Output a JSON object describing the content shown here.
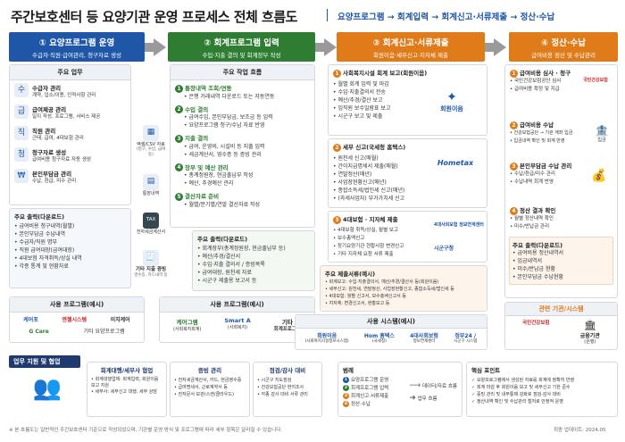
{
  "title": "주간보호센터 등 요양기관 운영 프로세스 전체 흐름도",
  "subtitle": "요양프로그램 → 회계입력 → 회계신고·서류제출 → 정산·수납",
  "columns": [
    {
      "num": "①",
      "title": "요양프로그램 운영",
      "desc": "수급자·직원·급여관리, 청구자료 생성",
      "color": "#1f56a8"
    },
    {
      "num": "②",
      "title": "회계프로그램 입력",
      "desc": "수입·지출 결의 및 회계장부 작성",
      "color": "#2e7d32"
    },
    {
      "num": "③",
      "title": "회계신고·서류제출",
      "desc": "회원이음·세무신고·지자체 제출",
      "color": "#e07b1a"
    },
    {
      "num": "④",
      "title": "정산·수납",
      "desc": "급여비용 정산 및 수납관리",
      "color": "#e07b1a"
    }
  ],
  "col1": {
    "main_title": "주요 업무",
    "items": [
      {
        "icon": "수",
        "title": "수급자 관리",
        "desc": "계약, 입소/이용, 인적사항 관리"
      },
      {
        "icon": "급",
        "title": "급여제공 관리",
        "desc": "일지 작성, 프로그램, 서비스 제공"
      },
      {
        "icon": "직",
        "title": "직원 관리",
        "desc": "근태, 급여, 4대보험 관리"
      },
      {
        "icon": "청",
        "title": "청구자료 생성",
        "desc": "급여비용 청구자료 자동 생성"
      },
      {
        "icon": "₩",
        "title": "본인부담금 관리",
        "desc": "수납, 환급, 미수 관리"
      }
    ],
    "output_title": "주요 출력(다운로드)",
    "outputs": [
      "급여비용 청구내역(월별)",
      "본인부담금 수납내역",
      "수급자/직원 명부",
      "직원 급여대장(급여대장)",
      "4대보험 자격취득/상실 내역",
      "각종 통계 및 현황자료"
    ],
    "tools_title": "사용 프로그램(예시)",
    "tools": [
      "케어포",
      "엔젤시스템",
      "이지케어",
      "G Care",
      "기타 요양프로그램"
    ]
  },
  "mid": {
    "label1": "엑셀/CSV 자료",
    "label1b": "(청구, 수납, 급여 등)",
    "label2": "통장내역",
    "label3": "전자세금계산서",
    "label4": "기타 지출 증빙",
    "label4b": "영수증, 카드내역 등"
  },
  "col2": {
    "main_title": "주요 작업 흐름",
    "steps": [
      {
        "n": "1",
        "title": "통장내역 조회/연동",
        "items": [
          "은행 거래내역 다운로드 또는 자동연동"
        ]
      },
      {
        "n": "2",
        "title": "수입 결의",
        "items": [
          "급여수입, 본인부담금, 보조금 등 입력",
          "요양프로그램 청구/수납 자료 반영"
        ]
      },
      {
        "n": "3",
        "title": "지출 결의",
        "items": [
          "급여, 운영비, 시설비 등 지출 입력",
          "세금계산서, 영수증 등 증빙 관리"
        ]
      },
      {
        "n": "4",
        "title": "장부 및 예산 관리",
        "items": [
          "총계정원장, 현금출납부 작성",
          "예산, 추경예산 관리"
        ]
      },
      {
        "n": "5",
        "title": "결산자료 준비",
        "items": [
          "월별/분기별/연말 결산자료 작성"
        ]
      }
    ],
    "output_title": "주요 출력(다운로드)",
    "outputs": [
      "회계장부(총계정원장, 현금출납부 등)",
      "예산/추경/결산서",
      "수입·지출 결의서 / 증빙목록",
      "급여대장, 원천세 자료",
      "시군구 제출용 보고서 등"
    ],
    "tools_title": "사용 프로그램(예시)",
    "tools": [
      {
        "name": "케어그램",
        "sub": "(사회복지회계)"
      },
      {
        "name": "Smart A",
        "sub": "(사회복지)"
      },
      {
        "name": "기타",
        "sub": "회계프로그램"
      }
    ]
  },
  "col3": {
    "s1": {
      "title": "사회복지시설 회계 보고(회원이음)",
      "items": [
        "월별 회계 입력 및 마감",
        "수입·지출결의서 전송",
        "예산/추경/결산 보고",
        "임직원 보수일람표 보고",
        "시군구 보고 및 제출"
      ],
      "logo": "회원이음"
    },
    "s2": {
      "title": "세무 신고(국세청 홈택스)",
      "items": [
        "원천세 신고(매월)",
        "간이지급명세서 제출(매월)",
        "연말정산(매년)",
        "사업장현황신고(매년)",
        "종합소득세/법인세 신고(매년)",
        "(과세사업자) 부가가치세 신고"
      ],
      "logo": "Hometax"
    },
    "s3": {
      "title": "4대보험 · 지자체 제출",
      "items": [
        "4대보험 취득/상실, 월별 보고",
        "보수총액신고",
        "장기요양기관 현황사항 변경신고",
        "기타 지자체 요청 서류 제출"
      ],
      "logo1": "4대사회보험 정보연계센터",
      "logo2": "시군구청"
    },
    "docs_title": "주요 제출서류(예시)",
    "docs": [
      "회계보고: 수입·지출결의서, 예산/추경/결산서 등(회원이음)",
      "세무신고: 원천세, 연말정산, 사업장현황신고, 종합소득세/법인세 등",
      "4대보험: 월별 신고서, 보수총액신고서 등",
      "지자체: 변경신고서, 현황보고 등"
    ],
    "tools_title": "사용 시스템(예시)",
    "tools": [
      {
        "name": "회원이음",
        "sub": "(사회복지시설정보시스템)"
      },
      {
        "name": "Hom 홈택스",
        "sub": "(국세청)"
      },
      {
        "name": "4대사회보험",
        "sub": "정보연계센터"
      },
      {
        "name": "정부24 /",
        "sub": "시군구 시스템"
      }
    ]
  },
  "col4": {
    "s1": {
      "title": "급여비용 심사 · 청구",
      "items": [
        "국민건강보험공단 심사",
        "급여비용 확정 및 지급"
      ],
      "logo": "국민건강보험"
    },
    "s2": {
      "title": "급여비용 수납",
      "items": [
        "건강보험공단 → 기관 계좌 입금",
        "입금내역 확인 및 회계 반영"
      ],
      "logo": "입금"
    },
    "s3": {
      "title": "본인부담금 수납 관리",
      "items": [
        "수납/환급/미수 관리",
        "수납내역 회계 반영"
      ]
    },
    "s4": {
      "title": "정산 결과 확인",
      "items": [
        "월별 정산내역 확인",
        "미수/반납금 관리"
      ]
    },
    "output_title": "주요 출력(다운로드)",
    "outputs": [
      "급여비용 정산내역서",
      "입금내역서",
      "미수/반납금 현황",
      "본인부담금 수납현황"
    ],
    "rel_title": "관련 기관/시스템",
    "rel1": "국민건강보험",
    "rel2": "금융기관",
    "rel2b": "(은행)"
  },
  "bottom": {
    "support_title": "업무 지원 및 협업",
    "cards": [
      {
        "title": "회계대행/세무사 협업",
        "items": [
          "회계대행업체: 회계입력, 회원이음 보고 지원",
          "세무사: 세무신고 대행, 세무 상담"
        ]
      },
      {
        "title": "증빙 관리",
        "items": [
          "전자세금계산서, 카드, 현금영수증",
          "급여명세서, 근로계약서 등",
          "전자문서 보관(스캔/클라우드)"
        ]
      },
      {
        "title": "점검/감사 대비",
        "items": [
          "시군구 지도점검",
          "건강보험공단 현지조사",
          "각종 감사 대비 서류 관리"
        ]
      }
    ],
    "legend_title": "범례",
    "legend": [
      "요양프로그램 운영",
      "회계프로그램 입력",
      "회계신고·서류제출",
      "정산·수납"
    ],
    "legend_arrow1": "데이터/자료 흐름",
    "legend_arrow2": "업무 흐름",
    "points_title": "핵심 포인트",
    "points": [
      "요양프로그램에서 생성된 자료를 회계에 정확히 반영",
      "회계 마감 후 회원이음 보고 및 세무신고 기한 준수",
      "증빙 관리 및 내부통제 강화로 점검·감사 대비",
      "정산내역 확인 및 수납관리 철저로 안정적 운영"
    ]
  },
  "footnote": "※ 본 흐름도는 일반적인 주간보호센터 기준으로 작성되었으며, 기관별 운영 방식 및 프로그램에 따라 세부 항목은 달라질 수 있습니다.",
  "updated": "최종 업데이트: 2024.05"
}
